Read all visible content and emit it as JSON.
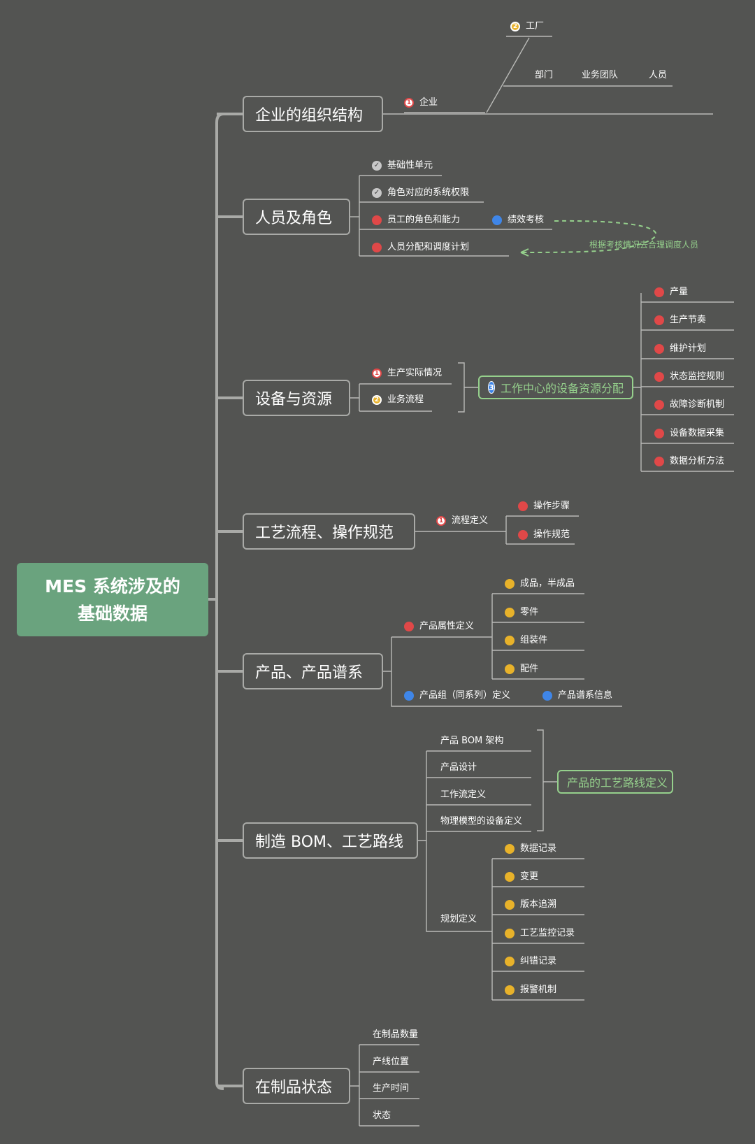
{
  "root": {
    "line1": "MES 系统涉及的",
    "line2": "基础数据"
  },
  "branches": {
    "org": {
      "label": "企业的组织结构",
      "enterprise": {
        "marker": "1",
        "label": "企业"
      },
      "factory": {
        "marker": "2",
        "label": "工厂"
      },
      "sub": [
        "部门",
        "业务团队",
        "人员"
      ]
    },
    "people": {
      "label": "人员及角色",
      "items": [
        {
          "label": "基础性单元",
          "marker": "✓"
        },
        {
          "label": "角色对应的系统权限",
          "marker": "✓"
        },
        {
          "label": "员工的角色和能力",
          "marker": ""
        },
        {
          "label": "人员分配和调度计划",
          "marker": ""
        }
      ],
      "kpi": "绩效考核",
      "annotation": "根据考核情况去合理调度人员"
    },
    "equipment": {
      "label": "设备与资源",
      "items": [
        {
          "marker": "1",
          "label": "生产实际情况"
        },
        {
          "marker": "2",
          "label": "业务流程"
        }
      ],
      "center": {
        "marker": "3",
        "label": "工作中心的设备资源分配"
      },
      "right_items": [
        "产量",
        "生产节奏",
        "维护计划",
        "状态监控规则",
        "故障诊断机制",
        "设备数据采集",
        "数据分析方法"
      ]
    },
    "process": {
      "label": "工艺流程、操作规范",
      "def": {
        "marker": "1",
        "label": "流程定义"
      },
      "items": [
        "操作步骤",
        "操作规范"
      ]
    },
    "product": {
      "label": "产品、产品谱系",
      "attr": "产品属性定义",
      "attr_items": [
        "成品，半成品",
        "零件",
        "组装件",
        "配件"
      ],
      "group": "产品组（同系列）定义",
      "lineage": "产品谱系信息"
    },
    "bom": {
      "label": "制造 BOM、工艺路线",
      "items": [
        "产品 BOM 架构",
        "产品设计",
        "工作流定义",
        "物理模型的设备定义"
      ],
      "route": "产品的工艺路线定义",
      "plan": "规划定义",
      "plan_items": [
        "数据记录",
        "变更",
        "版本追溯",
        "工艺监控记录",
        "纠错记录",
        "报警机制"
      ]
    },
    "wip": {
      "label": "在制品状态",
      "items": [
        "在制品数量",
        "产线位置",
        "生产时间",
        "状态"
      ]
    }
  }
}
